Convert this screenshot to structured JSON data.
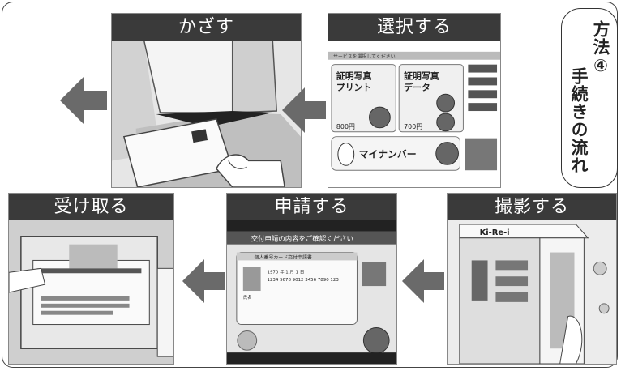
{
  "title_line1": "方法④",
  "title_line2": "手続きの流れ",
  "steps": {
    "kazasu": "かざす",
    "sentaku": "選択する",
    "uketoru": "受け取る",
    "shinsei": "申請する",
    "satsuei": "撮影する"
  },
  "screen": {
    "header_hint": "サービスを選択してください",
    "photo_print": "証明写真プリント",
    "photo_data": "証明写真データ",
    "mynumber": "マイナンバー",
    "price_1": "800円",
    "price_2": "700円",
    "confirm_title": "交付申請の内容をご確認ください",
    "card_title": "個人番号カード交付申請書",
    "birth_date": "1970 年 1 月 1 日",
    "id_number": "1234 5678 9012 3456 7890 123",
    "name_label": "氏名",
    "booth_sign": "Ki-Re-i"
  },
  "icons": [
    "arrow-left-icon",
    "arrow-left-icon",
    "arrow-left-icon",
    "arrow-left-icon"
  ]
}
